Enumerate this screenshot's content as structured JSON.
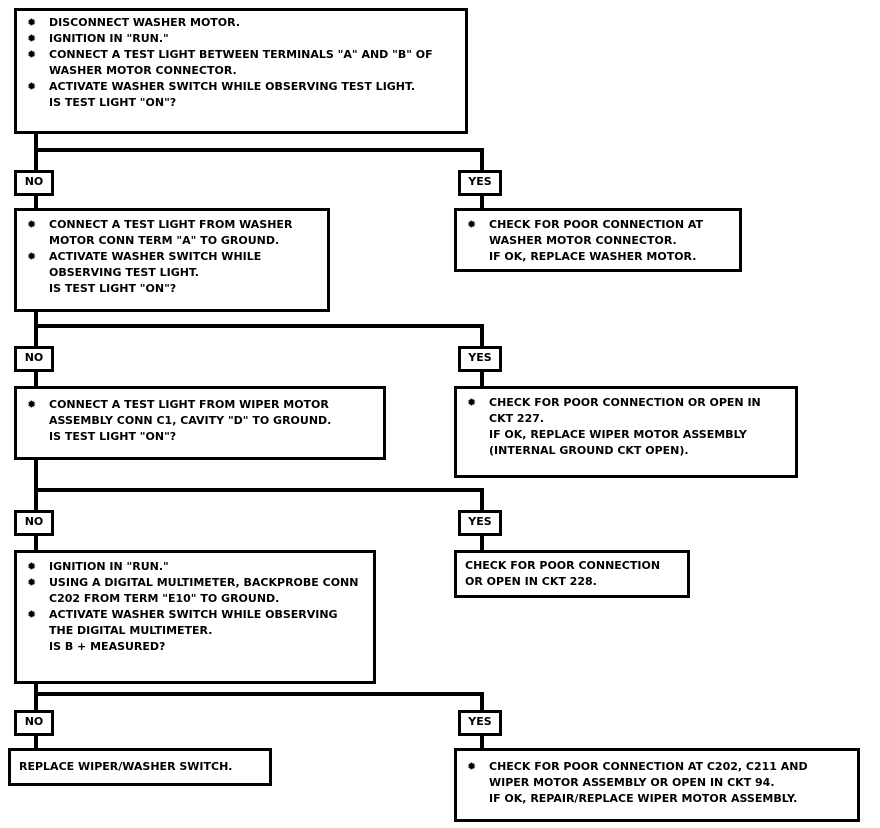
{
  "steps": [
    {
      "items": [
        {
          "text": "DISCONNECT WASHER MOTOR."
        },
        {
          "text": "IGNITION IN \"RUN.\""
        },
        {
          "text": "CONNECT A TEST LIGHT BETWEEN TERMINALS \"A\" AND \"B\" OF WASHER MOTOR CONNECTOR."
        },
        {
          "text": "ACTIVATE WASHER SWITCH WHILE OBSERVING TEST LIGHT.",
          "tail": "IS TEST LIGHT \"ON\"?"
        }
      ]
    },
    {
      "items": [
        {
          "text": "CONNECT A TEST LIGHT FROM WASHER MOTOR CONN TERM \"A\" TO GROUND."
        },
        {
          "text": "ACTIVATE WASHER SWITCH WHILE OBSERVING TEST LIGHT.",
          "tail": "IS TEST LIGHT \"ON\"?"
        }
      ]
    },
    {
      "items": [
        {
          "text": "CONNECT A TEST LIGHT FROM WIPER MOTOR ASSEMBLY CONN C1, CAVITY \"D\" TO GROUND.",
          "tail": "IS TEST LIGHT \"ON\"?"
        }
      ]
    },
    {
      "items": [
        {
          "text": "IGNITION IN \"RUN.\""
        },
        {
          "text": "USING A DIGITAL MULTIMETER, BACKPROBE CONN C202 FROM TERM \"E10\" TO GROUND."
        },
        {
          "text": "ACTIVATE WASHER SWITCH WHILE OBSERVING THE DIGITAL MULTIMETER.",
          "tail": "IS B + MEASURED?"
        }
      ]
    }
  ],
  "branches": [
    {
      "no_label": "NO",
      "yes_label": "YES",
      "yes_result": {
        "bullet": true,
        "text": "CHECK FOR POOR CONNECTION AT WASHER MOTOR CONNECTOR.",
        "tail": "IF OK, REPLACE WASHER MOTOR."
      }
    },
    {
      "no_label": "NO",
      "yes_label": "YES",
      "yes_result": {
        "bullet": true,
        "text": "CHECK FOR POOR CONNECTION OR OPEN IN CKT 227.",
        "tail": "IF OK, REPLACE WIPER MOTOR ASSEMBLY (INTERNAL GROUND CKT OPEN)."
      }
    },
    {
      "no_label": "NO",
      "yes_label": "YES",
      "yes_result": {
        "bullet": false,
        "text": "CHECK FOR POOR CONNECTION OR OPEN IN CKT 228."
      }
    },
    {
      "no_label": "NO",
      "yes_label": "YES",
      "no_result": {
        "bullet": false,
        "text": "REPLACE WIPER/WASHER SWITCH."
      },
      "yes_result": {
        "bullet": true,
        "text": "CHECK FOR POOR CONNECTION AT C202, C211 AND WIPER MOTOR ASSEMBLY OR OPEN IN CKT 94.",
        "tail": "IF OK, REPAIR/REPLACE WIPER MOTOR ASSEMBLY."
      }
    }
  ]
}
